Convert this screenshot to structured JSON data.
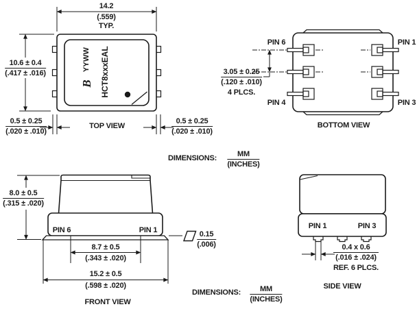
{
  "colors": {
    "background": "#ffffff",
    "ink": "#1a1a1a"
  },
  "notes": {
    "top": {
      "label": "DIMENSIONS:",
      "unit_mm": "MM",
      "unit_in": "(INCHES)"
    },
    "bottom": {
      "label": "DIMENSIONS:",
      "unit_mm": "MM",
      "unit_in": "(INCHES)"
    }
  },
  "top_view": {
    "label": "TOP VIEW",
    "marking": {
      "logo": "B",
      "date_code": "YYWW",
      "part_number": "HCT8xxxEAL"
    },
    "width": {
      "mm": "14.2",
      "in": "(.559)",
      "note": "TYP."
    },
    "height": {
      "mm": "10.6 ± 0.4",
      "in": "(.417 ± .016)"
    },
    "lead_left": {
      "mm": "0.5 ± 0.25",
      "in": "(.020 ± .010)"
    },
    "lead_right": {
      "mm": "0.5 ± 0.25",
      "in": "(.020 ± .010)"
    }
  },
  "bottom_view": {
    "label": "BOTTOM VIEW",
    "pins": {
      "top_left": "PIN 6",
      "top_right": "PIN 1",
      "bottom_left": "PIN 4",
      "bottom_right": "PIN 3"
    },
    "pitch": {
      "mm": "3.05 ± 0.25",
      "in": "(.120 ± .010)",
      "note": "4 PLCS."
    }
  },
  "front_view": {
    "label": "FRONT VIEW",
    "pins": {
      "left": "PIN 6",
      "right": "PIN 1"
    },
    "height": {
      "mm": "8.0 ± 0.5",
      "in": "(.315 ± .020)"
    },
    "lead_span": {
      "mm": "8.7 ± 0.5",
      "in": "(.343 ± .020)"
    },
    "body_width": {
      "mm": "15.2 ± 0.5",
      "in": "(.598 ± .020)"
    },
    "coplanarity": {
      "mm": "0.15",
      "in": "(.006)"
    }
  },
  "side_view": {
    "label": "SIDE VIEW",
    "pins": {
      "left": "PIN 1",
      "right": "PIN 3"
    },
    "lead_size": {
      "mm": "0.4 x 0.6",
      "in": "(.016 ± .024)",
      "note": "REF. 6 PLCS."
    }
  }
}
